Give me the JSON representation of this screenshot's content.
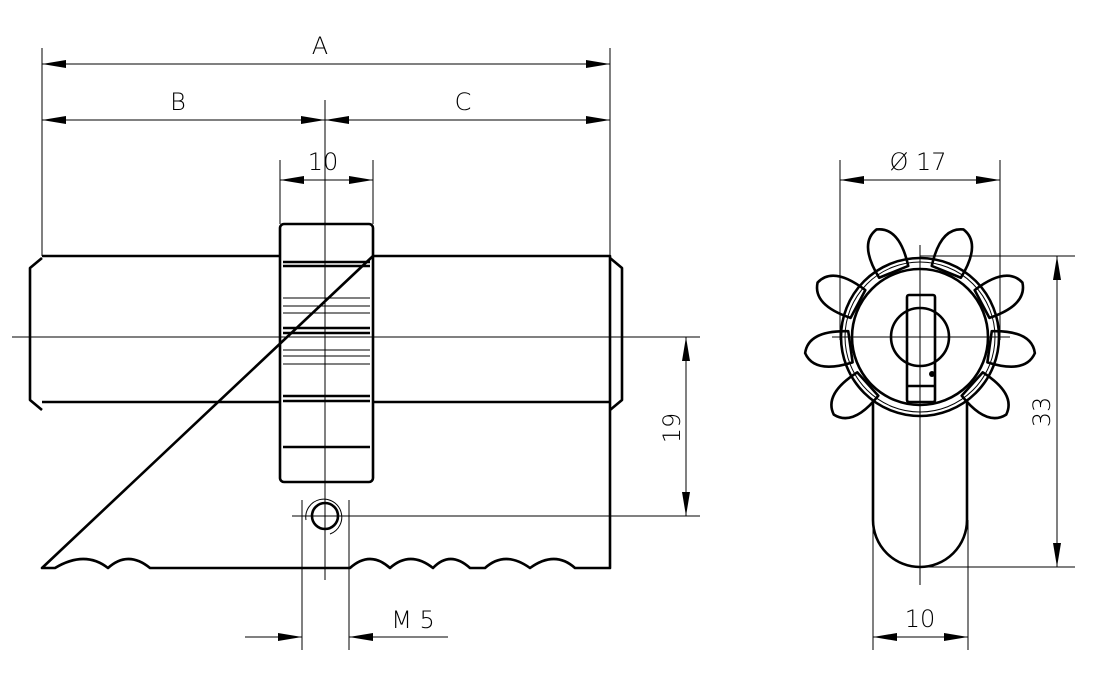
{
  "drawing": {
    "front_view": {
      "dim_overall_length": "A",
      "dim_side_b": "B",
      "dim_side_c": "C",
      "dim_cam_width": "10",
      "dim_screw_offset": "19",
      "dim_screw_thread": "M 5"
    },
    "side_view": {
      "dim_diameter": "Ø 17",
      "dim_height": "33",
      "dim_profile_width": "10"
    }
  }
}
